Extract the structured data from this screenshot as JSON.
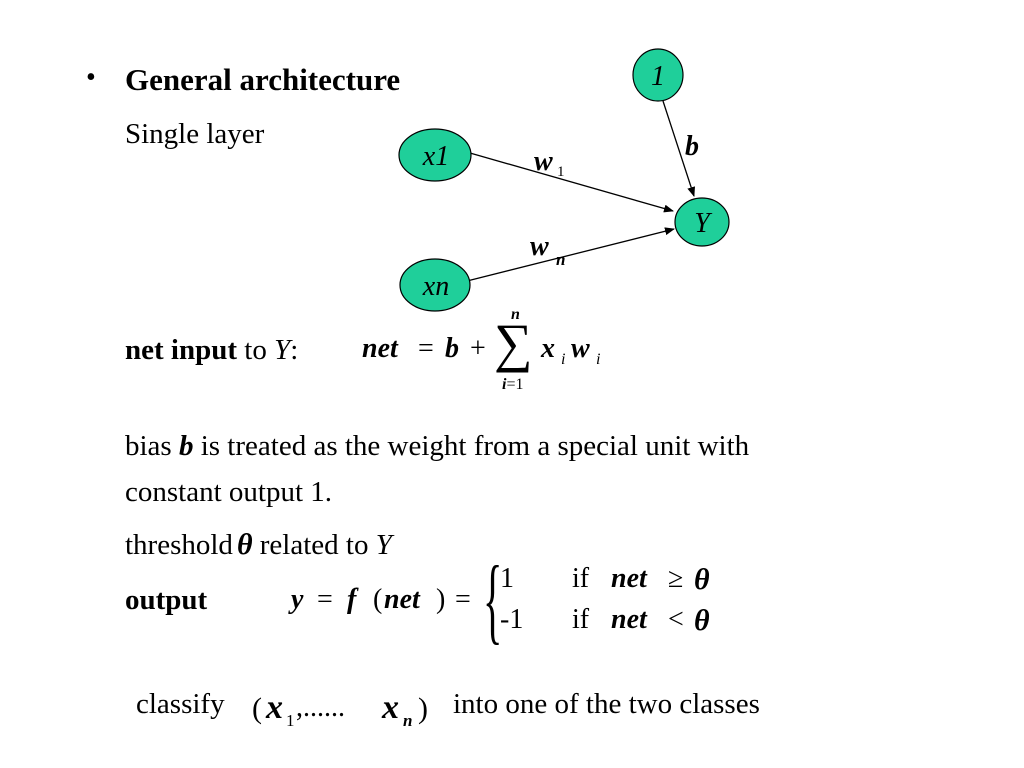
{
  "slide": {
    "bullet": "•",
    "heading": "General architecture",
    "subheading": "Single layer"
  },
  "diagram": {
    "node_bias": "1",
    "node_x1": "x1",
    "node_xn": "xn",
    "node_y": "Y",
    "label_b": "b",
    "label_w1_main": "w",
    "label_w1_sub": "1",
    "label_wn_main": "w",
    "label_wn_sub": "n",
    "node_fill": "#1fcf9a"
  },
  "net_input": {
    "label_bold": "net input",
    "label_to": " to ",
    "label_Y": "Y",
    "label_colon": ":",
    "eq_net": "net",
    "eq_equals": "=",
    "eq_b": "b",
    "eq_plus": "+",
    "eq_sigma": "∑",
    "sigma_upper": "n",
    "sigma_lower_i": "i",
    "sigma_lower_eq": "=1",
    "eq_x": "x",
    "eq_x_sub": "i",
    "eq_w": "w",
    "eq_w_sub": "i"
  },
  "bias_text": {
    "line1_pre": "bias ",
    "line1_b": "b",
    "line1_post": " is treated as the weight from a special unit with",
    "line2": "constant output 1."
  },
  "threshold": {
    "label": "threshold",
    "theta": "θ",
    "related": " related to ",
    "Y": "Y"
  },
  "output": {
    "label": "output",
    "eq_y": "y",
    "eq_equals1": "=",
    "eq_f": "f",
    "eq_open": "(",
    "eq_net": "net",
    "eq_close": ")",
    "eq_equals2": "=",
    "brace": "{",
    "case1_value": "1",
    "case1_if": "if",
    "case1_net": "net",
    "case1_op": "≥",
    "case1_theta": "θ",
    "case2_value": "-1",
    "case2_if": "if",
    "case2_net": "net",
    "case2_op": "<",
    "case2_theta": "θ"
  },
  "classify": {
    "label": "classify",
    "open": "(",
    "x1": "x",
    "x1_sub": "1",
    "dots": ",......",
    "xn": "x",
    "xn_sub": "n",
    "close": ")",
    "rest": "into one of the two classes"
  }
}
